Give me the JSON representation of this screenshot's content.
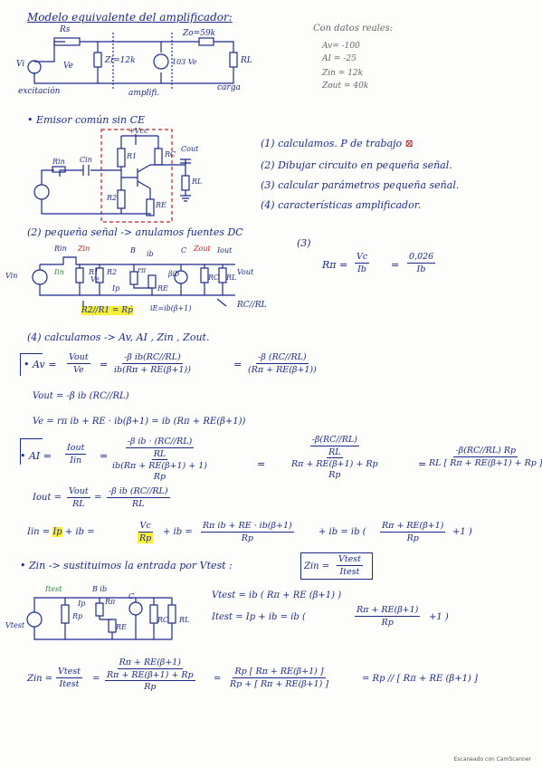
{
  "title": "Modelo equivalente del amplificador:",
  "model": {
    "rs": "Rs",
    "vi": "Vi",
    "ve": "Ve",
    "zi": "Zi=12k",
    "zo": "Zo=59k",
    "source": "103 Ve",
    "rl": "RL",
    "labels": [
      "excitación",
      "amplifi.",
      "carga"
    ]
  },
  "real_data": {
    "heading": "Con datos reales:",
    "lines": [
      "Av= -100",
      "AI = -25",
      "Zin = 12k",
      "Zout = 40k"
    ]
  },
  "section1": {
    "bullet": "Emisor común sin CE"
  },
  "steps": [
    {
      "n": "1",
      "text": "calculamos. P de trabajo"
    },
    {
      "n": "2",
      "text": "Dibujar circuito en pequeña señal."
    },
    {
      "n": "3",
      "text": "calcular parámetros pequeña señal."
    },
    {
      "n": "4",
      "text": "características amplificador."
    }
  ],
  "ce_circuit": {
    "vcc": "+Vcc",
    "r1": "R1",
    "rc": "RC",
    "cout": "Cout",
    "rin": "Rin",
    "cin": "Cin",
    "rl": "RL",
    "re": "RE",
    "r2": "R2"
  },
  "section2": {
    "heading": "pequeña señal -> anulamos fuentes DC",
    "rp_eq": "R2//R1 = Rp",
    "rc_rl": "RC//RL",
    "ie": "iE=ib(β+1)"
  },
  "small_signal": {
    "rin": "Rin",
    "zin": "Zin",
    "iin": "Iin",
    "vin": "Vin",
    "b": "B",
    "ib": "ib",
    "c": "C",
    "zout": "Zout",
    "iout": "Iout",
    "vout": "Vout",
    "rpi": "rπ",
    "beta_ib": "βib",
    "re": "RE",
    "rl": "RL",
    "r1": "R1",
    "r2": "R2",
    "ip": "Ip",
    "rc": "RC",
    "ve": "Ve"
  },
  "rpi_formula": {
    "lhs": "Rπ = ",
    "num1": "Vc",
    "den1": "Ib",
    "eq": "=",
    "num2": "0,026",
    "den2": "Ib"
  },
  "section4": {
    "text": "calculamos -> Av, AI , Zin , Zout."
  },
  "av": {
    "lhs": "Av",
    "f1num": "Vout",
    "f1den": "Ve",
    "f2num": "-β ib(RC//RL)",
    "f2den": "ib(Rπ + RE(β+1))",
    "f3num": "-β (RC//RL)",
    "f3den": "(Rπ + RE(β+1))",
    "vout": "Vout = -β ib (RC//RL)",
    "ve": "Ve = rπ ib + RE · ib(β+1) = ib (Rπ + RE(β+1))"
  },
  "ai": {
    "lhs_num": "Iout",
    "lhs_den": "Iin",
    "f1num": "-β ib · (RC//RL)",
    "f1mid": "RL",
    "f1den": "ib(Rπ + RE(β+1) + 1)",
    "f1rp": "Rp",
    "f2num": "-β(RC//RL)",
    "f2mid": "RL",
    "f2den": "Rπ + RE(β+1) + Rp",
    "f2rp": "Rp",
    "f3num": "-β(RC//RL) Rp",
    "f3den": "RL [ Rπ + RE(β+1) + Rp ]",
    "iout_lhs": "Iout =",
    "iout_num": "Vout",
    "iout_den": "RL",
    "iout_eq": "=",
    "iout_num2": "-β ib (RC//RL)",
    "iout_den2": "RL",
    "iin_line_a": "Iin =",
    "iin_ip": "Ip",
    "iin_line_b": "+ ib =",
    "iin_vc": "Vc",
    "iin_rp": "Rp",
    "iin_line_c": "+ ib =",
    "iin_num2": "Rπ ib + RE · ib(β+1)",
    "iin_den2": "Rp",
    "iin_line_d": "+ ib = ib (",
    "iin_num3": "Rπ + RE(β+1)",
    "iin_den3": "Rp",
    "iin_line_e": "+1 )"
  },
  "zin": {
    "bullet": "Zin -> sustituimos la entrada por Vtest :",
    "box_num": "Vtest",
    "box_den": "Itest",
    "box_lhs": "Zin =",
    "itest": "Itest",
    "b_ib": "B ib",
    "vtest": "Vtest",
    "rp": "Rp",
    "ip": "Ip",
    "rpi": "Rπ",
    "c": "C",
    "re": "RE",
    "rc": "RC",
    "rl": "RL",
    "vtest_eq": "Vtest = ib ( Rπ + RE (β+1) )",
    "itest_eq_a": "Itest = Ip + ib = ib (",
    "itest_num": "Rπ + RE(β+1)",
    "itest_den": "Rp",
    "itest_eq_b": "+1 )",
    "final_lhs": "Zin =",
    "final_n1": "Vtest",
    "final_d1": "Itest",
    "final_n2": "Rπ + RE(β+1)",
    "final_d2a": "Rπ + RE(β+1) + Rp",
    "final_d2b": "Rp",
    "final_n3": "Rp [ Rπ + RE(β+1) ]",
    "final_d3": "Rp + [ Rπ + RE(β+1) ]",
    "final_tail": "= Rp // [ Rπ + RE (β+1) ]"
  },
  "footer": "Escaneado con CamScanner"
}
